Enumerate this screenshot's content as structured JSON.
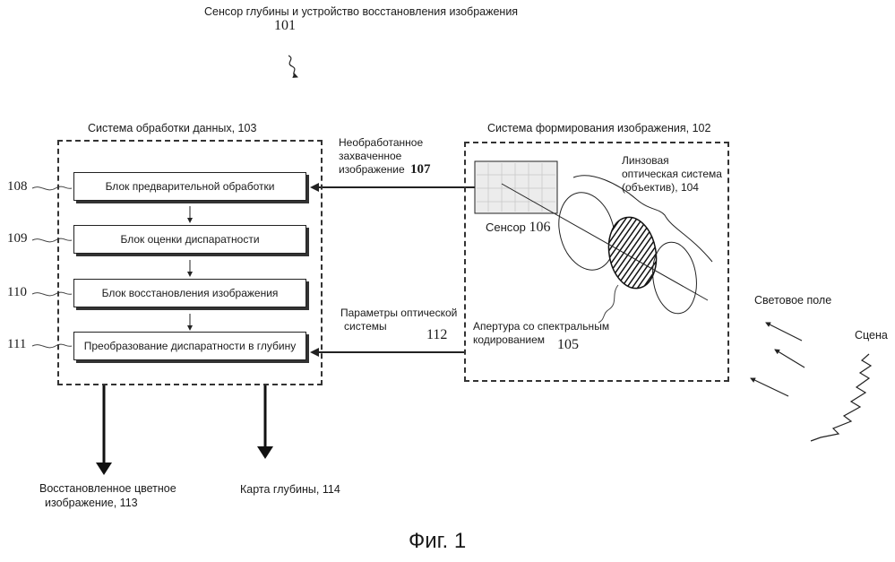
{
  "header": {
    "title": "Сенсор глубины и устройство восстановления изображения",
    "number": "101"
  },
  "processing_system": {
    "title": "Система обработки данных, 103",
    "blocks": [
      {
        "label": "Блок предварительной обработки",
        "number": "108"
      },
      {
        "label": "Блок оценки диспаратности",
        "number": "109"
      },
      {
        "label": "Блок восстановления изображения",
        "number": "110"
      },
      {
        "label": "Преобразование диспаратности в глубину",
        "number": "111"
      }
    ]
  },
  "imaging_system": {
    "title": "Система формирования изображения, 102",
    "sensor_label": "Сенсор",
    "sensor_number": "106",
    "lens_line1": "Линзовая",
    "lens_line2": "оптическая система",
    "lens_line3": "(объектив),  104",
    "aperture_line1": "Апертура со спектральным",
    "aperture_line2": "кодированием",
    "aperture_number": "105"
  },
  "arrows": {
    "raw_line1": "Необработанное",
    "raw_line2": "захваченное",
    "raw_line3": "изображение",
    "raw_number": "107",
    "params_line1": "Параметры оптической",
    "params_line2": "системы",
    "params_number": "112"
  },
  "outputs": {
    "color_line1": "Восстановленное цветное",
    "color_line2": "изображение, 113",
    "depth": "Карта глубины, 114"
  },
  "scene": {
    "light_field": "Световое поле",
    "scene": "Сцена"
  },
  "caption": "Фиг. 1"
}
